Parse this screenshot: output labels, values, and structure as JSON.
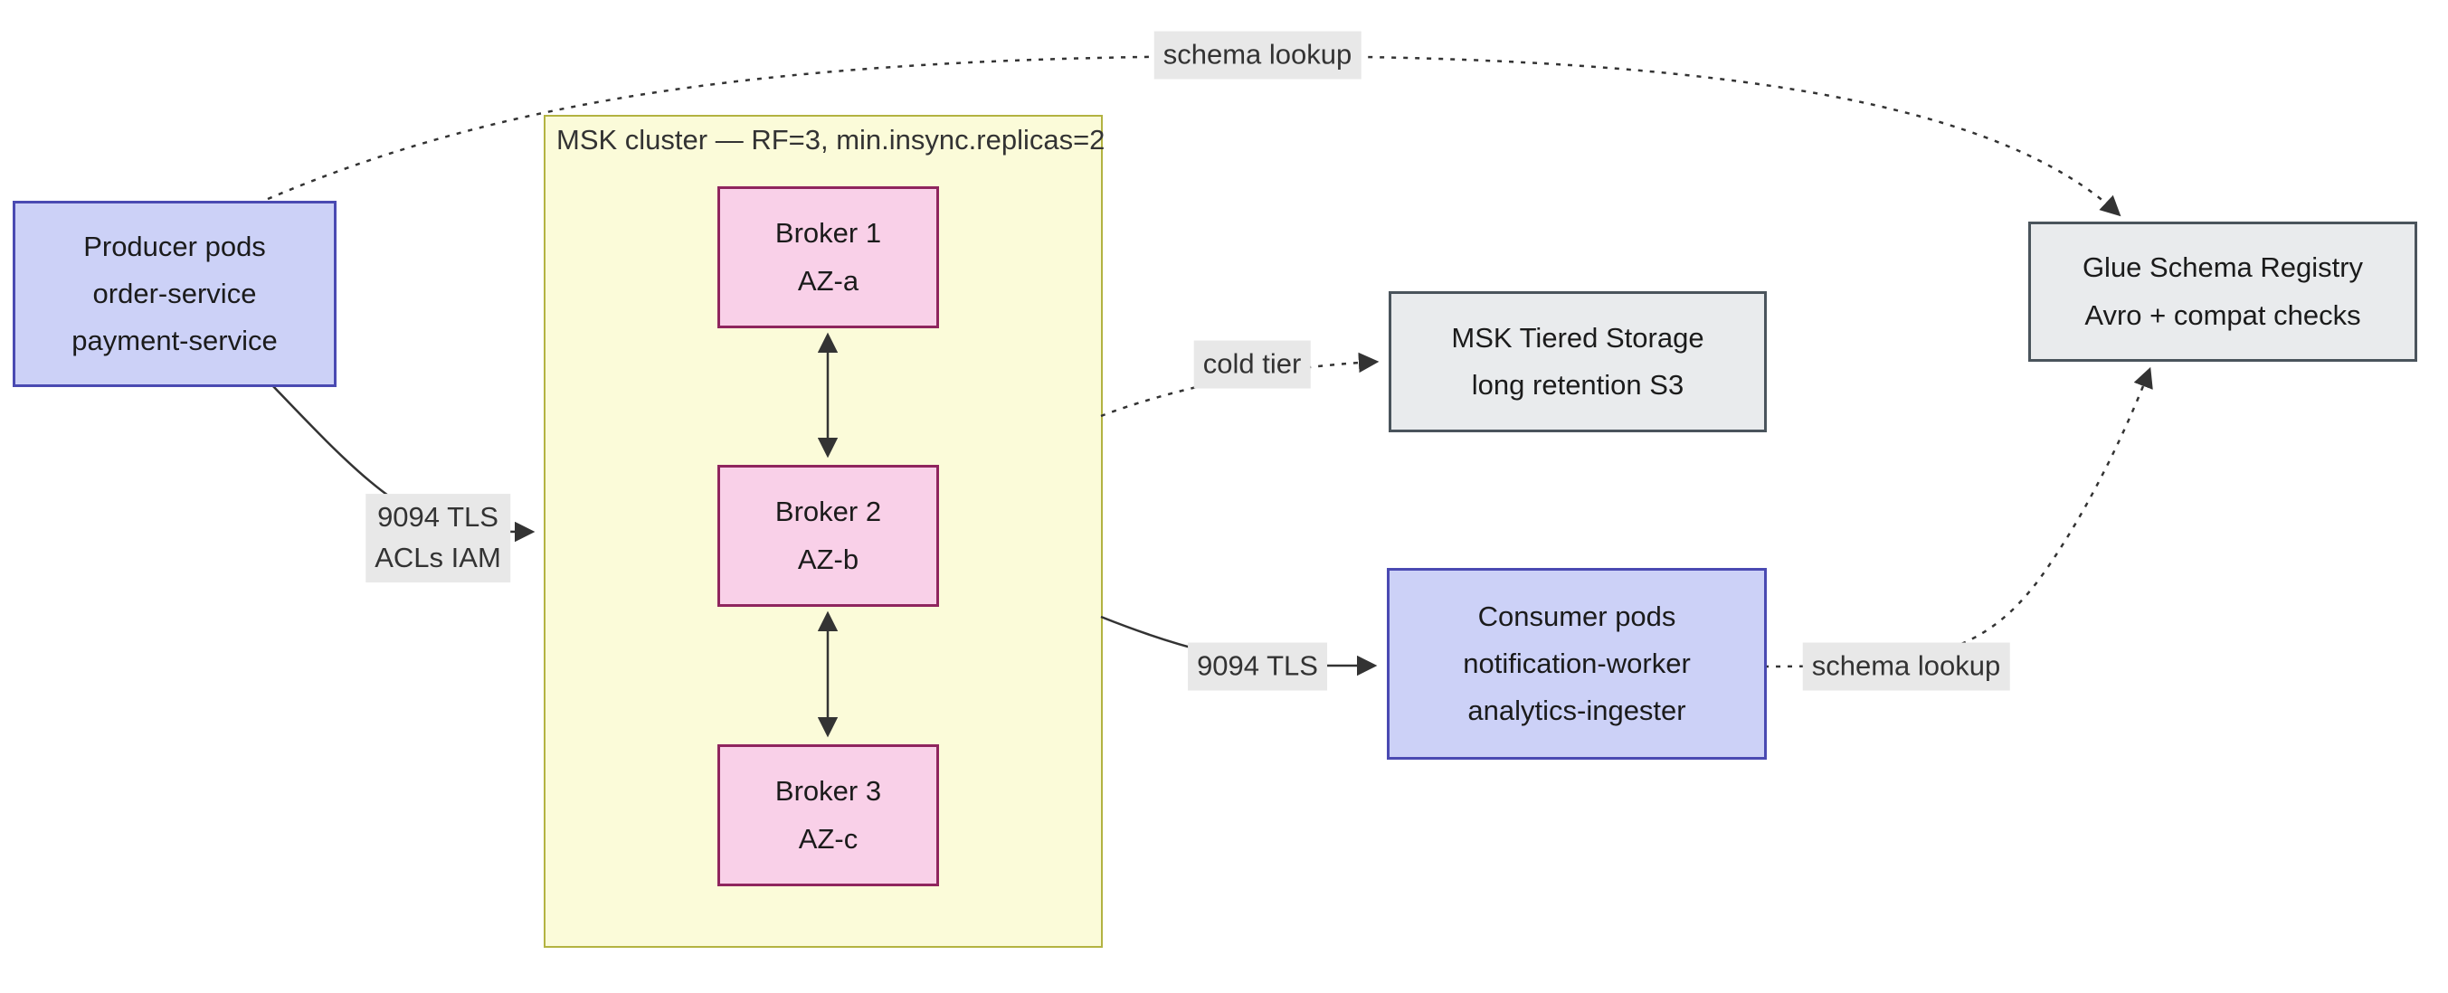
{
  "diagram": {
    "title": "MSK cluster Kafka architecture flowchart"
  },
  "colors": {
    "blue_fill": "#ccd1f7",
    "blue_border": "#4a4ab2",
    "pink_fill": "#f9d0e8",
    "pink_border": "#8f255e",
    "cluster_fill": "#fbfbd9",
    "cluster_border": "#b3b341",
    "gray_fill": "#e9ebed",
    "gray_border": "#4a545c",
    "label_bg": "#e8e8e8",
    "edge_color": "#333333",
    "text_color": "#1b1b1b"
  },
  "nodes": {
    "msk_cluster": {
      "label": "MSK cluster — RF=3, min.insync.replicas=2"
    },
    "producer": {
      "lines": [
        "Producer pods",
        "order-service",
        "payment-service"
      ]
    },
    "broker1": {
      "lines": [
        "Broker 1",
        "AZ-a"
      ]
    },
    "broker2": {
      "lines": [
        "Broker 2",
        "AZ-b"
      ]
    },
    "broker3": {
      "lines": [
        "Broker 3",
        "AZ-c"
      ]
    },
    "tiered_storage": {
      "lines": [
        "MSK Tiered Storage",
        "long retention S3"
      ]
    },
    "consumer": {
      "lines": [
        "Consumer pods",
        "notification-worker",
        "analytics-ingester"
      ]
    },
    "glue_registry": {
      "lines": [
        "Glue Schema Registry",
        "Avro + compat checks"
      ]
    }
  },
  "edge_labels": {
    "schema_lookup_top": "schema lookup",
    "producer_edge": [
      "9094 TLS",
      "ACLs IAM"
    ],
    "cold_tier": "cold tier",
    "consumer_edge": "9094 TLS",
    "schema_lookup_right": "schema lookup"
  }
}
